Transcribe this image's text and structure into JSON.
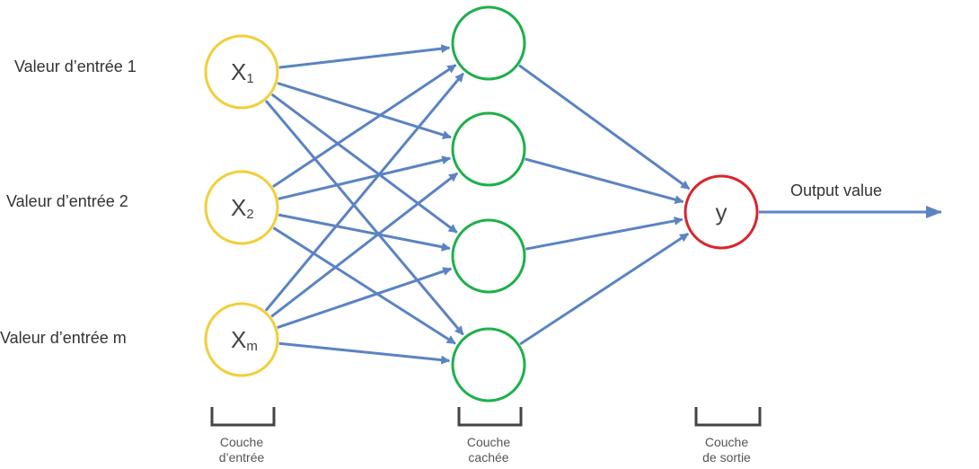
{
  "input_labels": [
    "Valeur d’entrée 1",
    "Valeur d’entrée 2",
    "Valeur d’entrée m"
  ],
  "input_nodes": [
    {
      "main": "X",
      "sub": "1"
    },
    {
      "main": "X",
      "sub": "2"
    },
    {
      "main": "X",
      "sub": "m"
    }
  ],
  "hidden_node_count": 4,
  "output_node": {
    "label": "y"
  },
  "output_value_label": "Output value",
  "layer_labels": {
    "input": [
      "Couche",
      "d’entrée"
    ],
    "hidden": [
      "Couche",
      "cachée"
    ],
    "output": [
      "Couche",
      "de sortie"
    ]
  },
  "colors": {
    "input_stroke": "#f2cf3a",
    "hidden_stroke": "#1eb04b",
    "output_stroke": "#d9262c",
    "edge": "#5b83c2",
    "bracket": "#444444"
  }
}
